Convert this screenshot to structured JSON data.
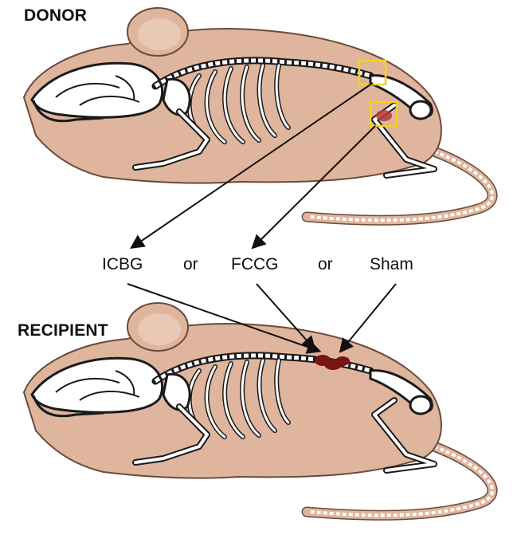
{
  "donor_label": "DONOR",
  "recipient_label": "RECIPIENT",
  "options": {
    "icbg": "ICBG",
    "or_1": "or",
    "fccg": "FCCG",
    "or_2": "or",
    "sham": "Sham"
  },
  "colors": {
    "body": "#dfb59d",
    "body_outline": "#6b4a3c",
    "ear_inner": "#e9c9b6",
    "bone": "#ffffff",
    "bone_outline": "#1a1a1a",
    "highlight_box": "#f2d21a",
    "graft": "#7a1414",
    "arrow": "#111111"
  },
  "icons": {
    "donor_mouse": "mouse-skeleton-icon",
    "recipient_mouse": "mouse-skeleton-icon",
    "iliac_crest_box": "highlight-box-icon",
    "femur_box": "highlight-box-icon",
    "graft_implant": "bone-graft-icon"
  }
}
